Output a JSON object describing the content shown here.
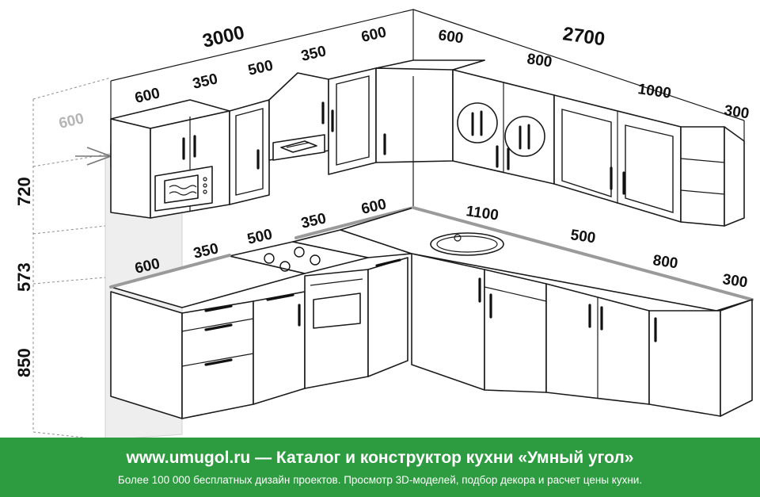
{
  "dimensions": {
    "wall_left": "3000",
    "wall_right": "2700",
    "upper_left": [
      "600",
      "350",
      "500",
      "350",
      "600"
    ],
    "upper_right": [
      "600",
      "800",
      "1000",
      "300"
    ],
    "fridge_width": "600",
    "lower_left": [
      "600",
      "350",
      "500",
      "350",
      "600"
    ],
    "lower_right": [
      "1100",
      "500",
      "800",
      "300"
    ],
    "heights": [
      "720",
      "573",
      "850"
    ]
  },
  "footer": {
    "title": "www.umugol.ru  —  Каталог и конструктор кухни «Умный угол»",
    "subtitle": "Более 100 000 бесплатных дизайн проектов. Просмотр 3D-моделей, подбор декора и расчет цены кухни."
  }
}
